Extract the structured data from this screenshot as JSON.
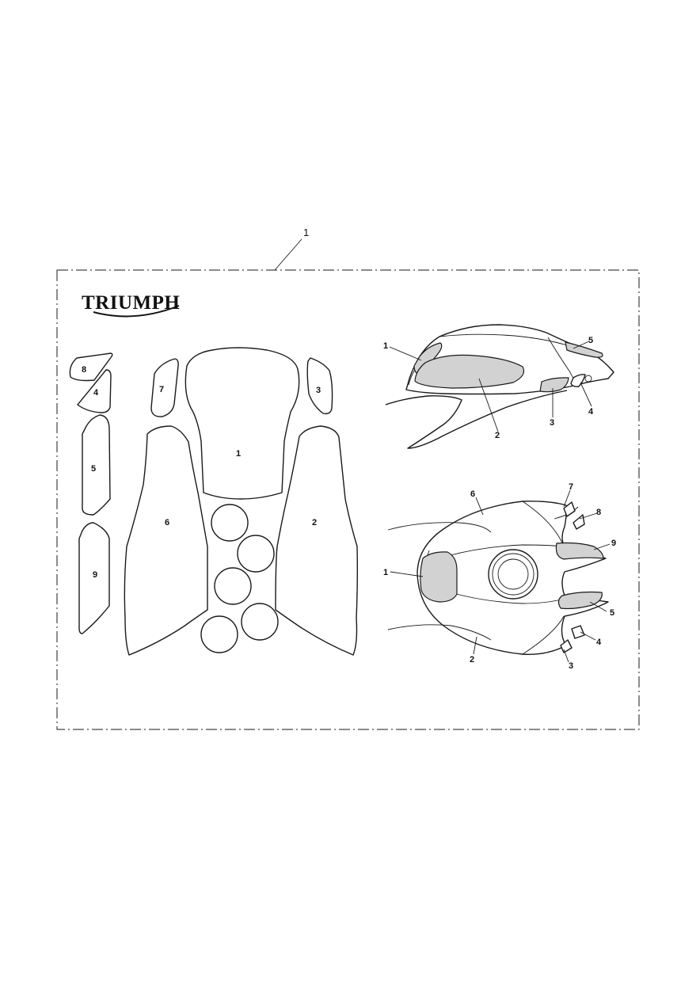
{
  "assembly_callout": "1",
  "brand_logo_text": "TRIUMPH",
  "pad_labels": {
    "p1": "1",
    "p2": "2",
    "p3": "3",
    "p4": "4",
    "p5": "5",
    "p6": "6",
    "p7": "7",
    "p8": "8",
    "p9": "9"
  },
  "side_view_labels": {
    "l1": "1",
    "l2": "2",
    "l3": "3",
    "l4": "4",
    "l5": "5"
  },
  "top_view_labels": {
    "l1": "1",
    "l2": "2",
    "l3": "3",
    "l4": "4",
    "l5": "5",
    "l6": "6",
    "l7": "7",
    "l8": "8",
    "l9": "9"
  },
  "colors": {
    "line": "#1a1a1a",
    "shading": "#d2d2d2",
    "background": "#ffffff"
  }
}
